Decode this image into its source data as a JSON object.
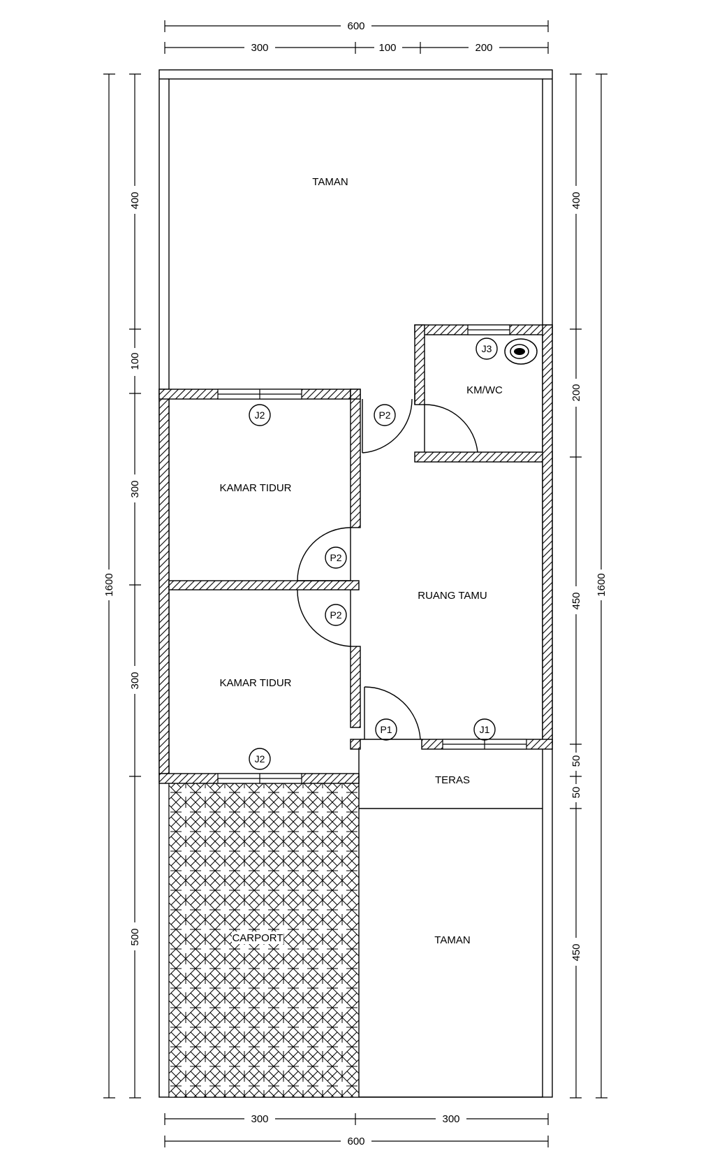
{
  "dimensions": {
    "top_total": "600",
    "top_left": "300",
    "top_mid": "100",
    "top_right": "200",
    "bottom_left": "300",
    "bottom_right": "300",
    "bottom_total": "600",
    "left_total": "1600",
    "left_1": "400",
    "left_2": "100",
    "left_3": "300",
    "left_4": "300",
    "left_5": "500",
    "right_total": "1600",
    "right_1": "400",
    "right_2": "200",
    "right_3": "450",
    "right_4": "50",
    "right_5": "50",
    "right_6": "450"
  },
  "rooms": {
    "taman_top": "TAMAN",
    "kamar_tidur_1": "KAMAR TIDUR",
    "kamar_tidur_2": "KAMAR TIDUR",
    "kmwc": "KM/WC",
    "ruang_tamu": "RUANG TAMU",
    "teras": "TERAS",
    "carport": "CARPORT",
    "taman_bottom": "TAMAN"
  },
  "tags": {
    "j2_top": "J2",
    "j2_bottom": "J2",
    "j3": "J3",
    "j1": "J1",
    "p2_hall": "P2",
    "p2_room1": "P2",
    "p2_room2": "P2",
    "p1": "P1"
  },
  "colors": {
    "ink": "#000000",
    "paper": "#ffffff"
  }
}
